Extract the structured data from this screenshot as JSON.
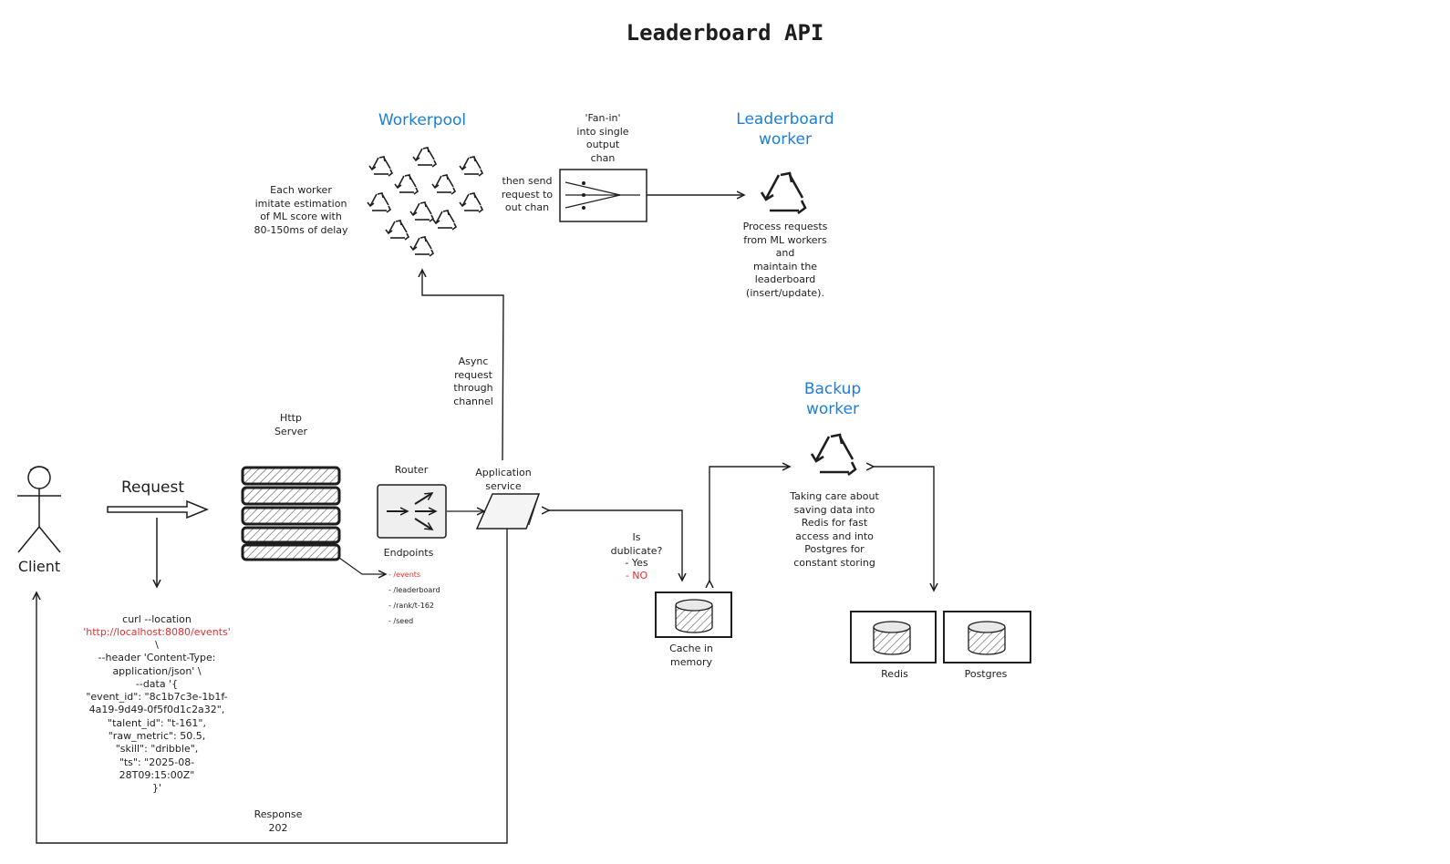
{
  "title": "Leaderboard API",
  "client": {
    "label": "Client"
  },
  "request": {
    "label": "Request"
  },
  "curl": {
    "line1": "curl --location",
    "url": "'http://localhost:8080/events'",
    "body": "\\\n--header 'Content-Type:\napplication/json' \\\n--data '{\n\"event_id\": \"8c1b7c3e-1b1f-\n4a19-9d49-0f5f0d1c2a32\",\n\"talent_id\": \"t-161\",\n\"raw_metric\": 50.5,\n\"skill\": \"dribble\",\n\"ts\": \"2025-08-\n28T09:15:00Z\"\n}'"
  },
  "http_server": {
    "label": "Http\nServer"
  },
  "router": {
    "label": "Router"
  },
  "endpoints": {
    "label": "Endpoints",
    "items": [
      "- /events",
      "- /leaderboard",
      "- /rank/t-162",
      "- /seed"
    ],
    "active_index": 0
  },
  "app_service": {
    "label": "Application\nservice"
  },
  "async_note": "Async\nrequest\nthrough\nchannel",
  "workerpool": {
    "label": "Workerpool",
    "note": "Each worker\nimitate estimation\nof ML score with\n80-150ms of delay"
  },
  "fan_in": {
    "label": "'Fan-in'\ninto single\noutput\nchan",
    "note": "then send\nrequest to\nout chan"
  },
  "leaderboard_worker": {
    "label": "Leaderboard\nworker",
    "note": "Process requests\nfrom ML workers\nand\nmaintain the\nleaderboard\n(insert/update)."
  },
  "duplicate": {
    "question": "Is\ndublicate?",
    "yes": "- Yes",
    "no": "- NO"
  },
  "cache": {
    "label": "Cache in\nmemory"
  },
  "backup_worker": {
    "label": "Backup\nworker",
    "note": "Taking care about\nsaving data into\nRedis for fast\naccess and into\nPostgres for\nconstant storing"
  },
  "redis": {
    "label": "Redis"
  },
  "postgres": {
    "label": "Postgres"
  },
  "response": {
    "label": "Response\n202"
  },
  "colors": {
    "accent": "#1c7ed6",
    "highlight": "#e03131",
    "ink": "#1e1e1e"
  }
}
